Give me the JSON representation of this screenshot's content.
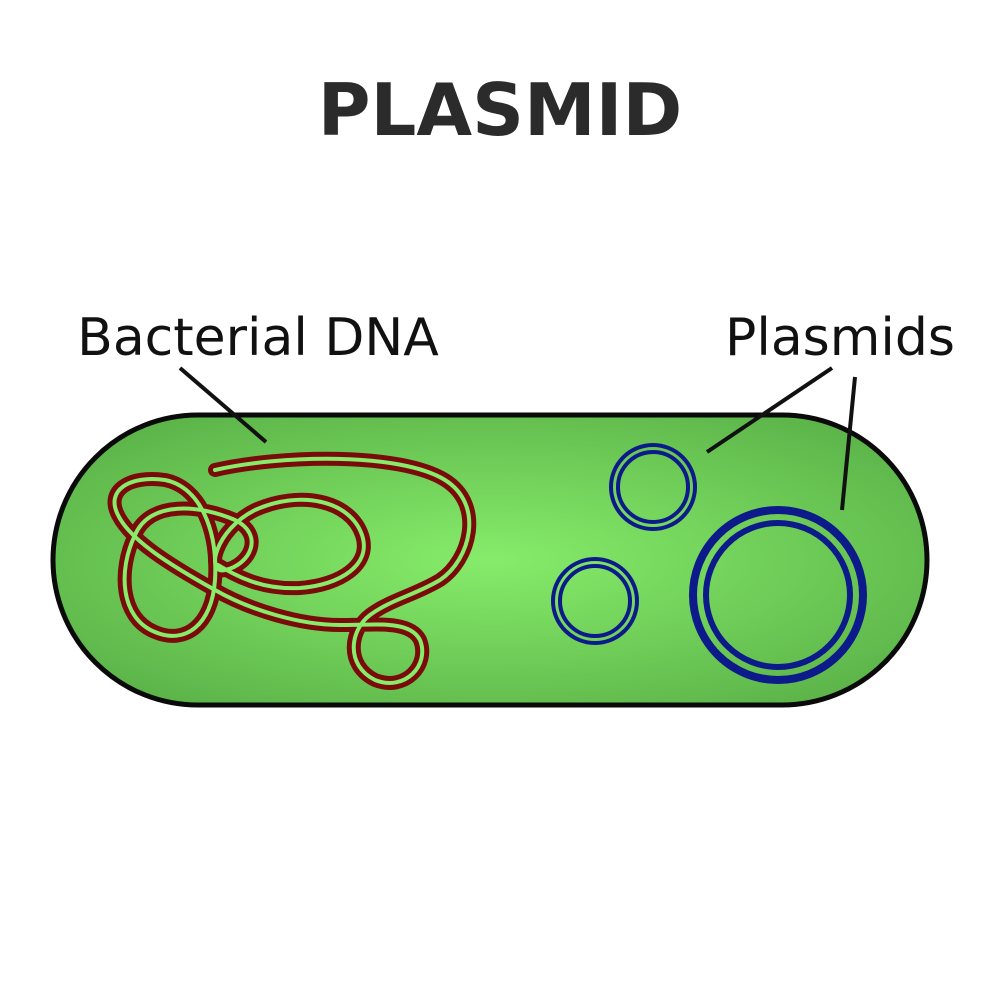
{
  "title": "PLASMID",
  "labels": {
    "bacterial_dna": "Bacterial DNA",
    "plasmids": "Plasmids"
  },
  "colors": {
    "title": "#2b2b2b",
    "label": "#111111",
    "leader_line": "#111111",
    "cell_fill_center": "#86ec6a",
    "cell_fill_edge": "#5db54a",
    "cell_outline": "#0a0a0a",
    "bacterial_dna": "#7a0b0b",
    "plasmid": "#0c1a8a"
  }
}
